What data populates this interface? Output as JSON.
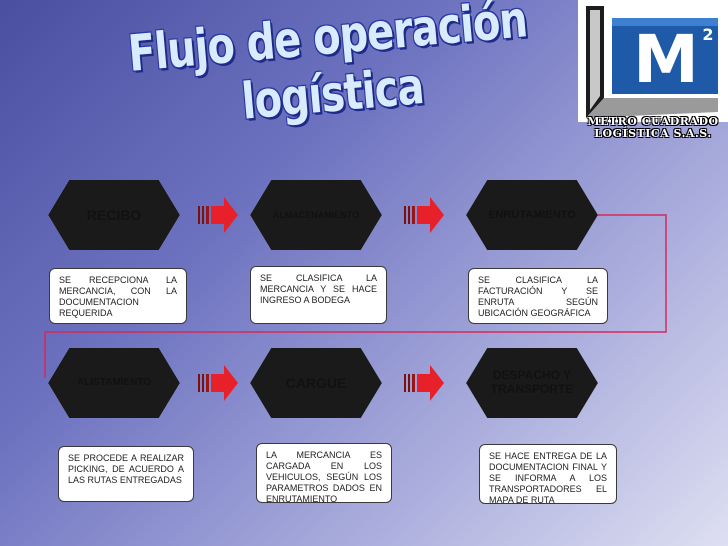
{
  "title": "Flujo de operación logística",
  "logo": {
    "mark": "M",
    "superscript": "2",
    "caption_line1": "METRO CUADRADO",
    "caption_line2": "LOGÍSTICA S.A.S."
  },
  "steps": [
    {
      "label": "RECIBO",
      "description": "SE RECEPCIONA LA MERCANCIA, CON LA DOCUMENTACION REQUERIDA"
    },
    {
      "label": "ALMACENAMIENTO",
      "description": "SE CLASIFICA LA MERCANCIA Y SE HACE INGRESO A BODEGA"
    },
    {
      "label": "ENRUTAMIENTO",
      "description": "SE CLASIFICA LA FACTURACIÓN Y SE ENRUTA SEGÚN UBICACIÓN GEOGRÁFICA"
    },
    {
      "label": "ALISTAMIENTO",
      "description": "SE PROCEDE A REALIZAR PICKING, DE ACUERDO A LAS RUTAS ENTREGADAS"
    },
    {
      "label": "CARGUE",
      "description": "LA MERCANCIA ES CARGADA EN LOS VEHICULOS, SEGÚN LOS PARAMETROS DADOS EN ENRUTAMIENTO"
    },
    {
      "label": "DESPACHO Y TRANSPORTE",
      "description": "SE HACE ENTREGA DE LA DOCUMENTACION FINAL Y SE INFORMA A LOS TRANSPORTADORES EL MAPA DE RUTA"
    }
  ],
  "colors": {
    "hex_fill": "#a8d0ef",
    "arrow": "#e8202a",
    "connector": "#d42a5a"
  }
}
